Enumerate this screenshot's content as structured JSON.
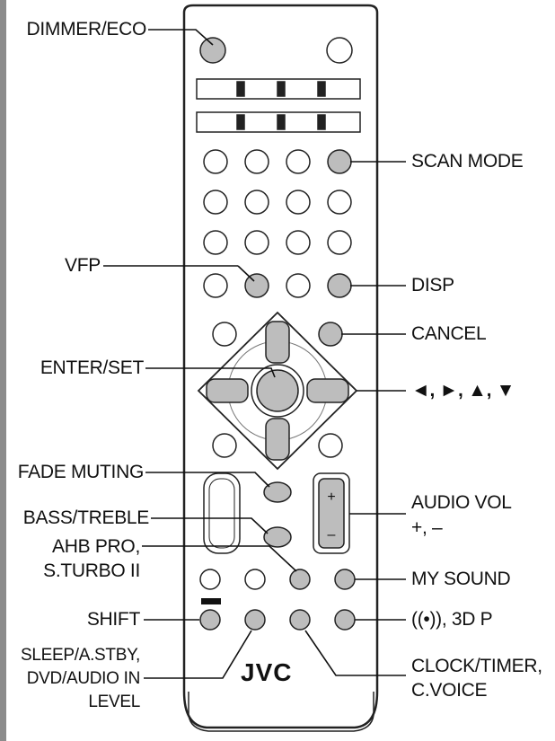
{
  "labels": {
    "dimmer_eco": "DIMMER/ECO",
    "scan_mode": "SCAN MODE",
    "vfp": "VFP",
    "disp": "DISP",
    "cancel": "CANCEL",
    "enter_set": "ENTER/SET",
    "arrows": "◄, ►, ▲, ▼",
    "fade_muting": "FADE MUTING",
    "audio_vol_1": "AUDIO VOL",
    "audio_vol_2": "+, –",
    "bass_treble": "BASS/TREBLE",
    "ahb_pro_1": "AHB PRO,",
    "ahb_pro_2": "S.TURBO II",
    "my_sound": "MY SOUND",
    "shift": "SHIFT",
    "threed_p": "((•)), 3D P",
    "sleep_1": "SLEEP/A.STBY,",
    "sleep_2": "DVD/AUDIO IN",
    "sleep_3": "LEVEL",
    "clock_1": "CLOCK/TIMER,",
    "clock_2": "C.VOICE"
  },
  "remote": {
    "brand": "JVC",
    "vol_plus": "+",
    "vol_minus": "–"
  },
  "colors": {
    "highlight": "#bdbdbd",
    "outline": "#222222",
    "edge": "#8c8c8c"
  }
}
